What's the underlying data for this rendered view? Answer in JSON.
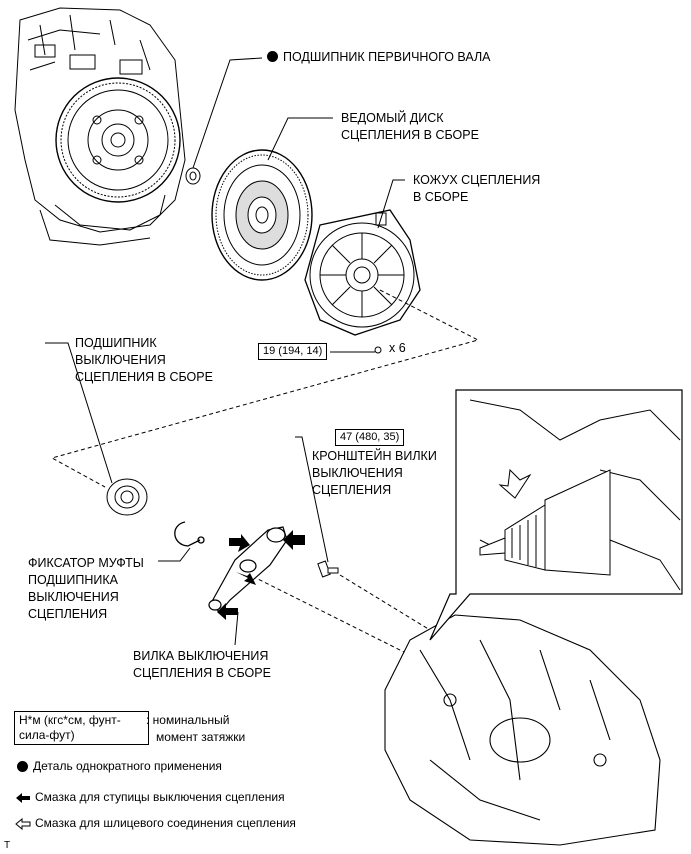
{
  "labels": {
    "input_bearing": "ПОДШИПНИК ПЕРВИЧНОГО ВАЛА",
    "clutch_disc_1": "ВЕДОМЫЙ ДИСК",
    "clutch_disc_2": "СЦЕПЛЕНИЯ В СБОРЕ",
    "clutch_cover_1": "КОЖУХ СЦЕПЛЕНИЯ",
    "clutch_cover_2": "В СБОРЕ",
    "release_bearing_1": "ПОДШИПНИК",
    "release_bearing_2": "ВЫКЛЮЧЕНИЯ",
    "release_bearing_3": "СЦЕПЛЕНИЯ В СБОРЕ",
    "fork_support_1": "КРОНШТЕЙН ВИЛКИ",
    "fork_support_2": "ВЫКЛЮЧЕНИЯ",
    "fork_support_3": "СЦЕПЛЕНИЯ",
    "hub_clip_1": "ФИКСАТОР МУФТЫ",
    "hub_clip_2": "ПОДШИПНИКА",
    "hub_clip_3": "ВЫКЛЮЧЕНИЯ",
    "hub_clip_4": "СЦЕПЛЕНИЯ",
    "release_fork_1": "ВИЛКА ВЫКЛЮЧЕНИЯ",
    "release_fork_2": "СЦЕПЛЕНИЯ В СБОРЕ",
    "bolt_count": "x 6"
  },
  "torques": {
    "cover_bolts": "19 (194, 14)",
    "fork_support": "47 (480, 35)"
  },
  "legend": {
    "unit_box_1": "Н*м (кгс*см, фунт-",
    "unit_box_2": "сила-фут)",
    "unit_desc_1": ": номинальный",
    "unit_desc_2": "момент затяжки",
    "non_reusable": "Деталь однократного применения",
    "hub_grease": "Смазка для ступицы выключения сцепления",
    "spline_grease": "Смазка для шлицевого соединения сцепления"
  },
  "footer": "T"
}
